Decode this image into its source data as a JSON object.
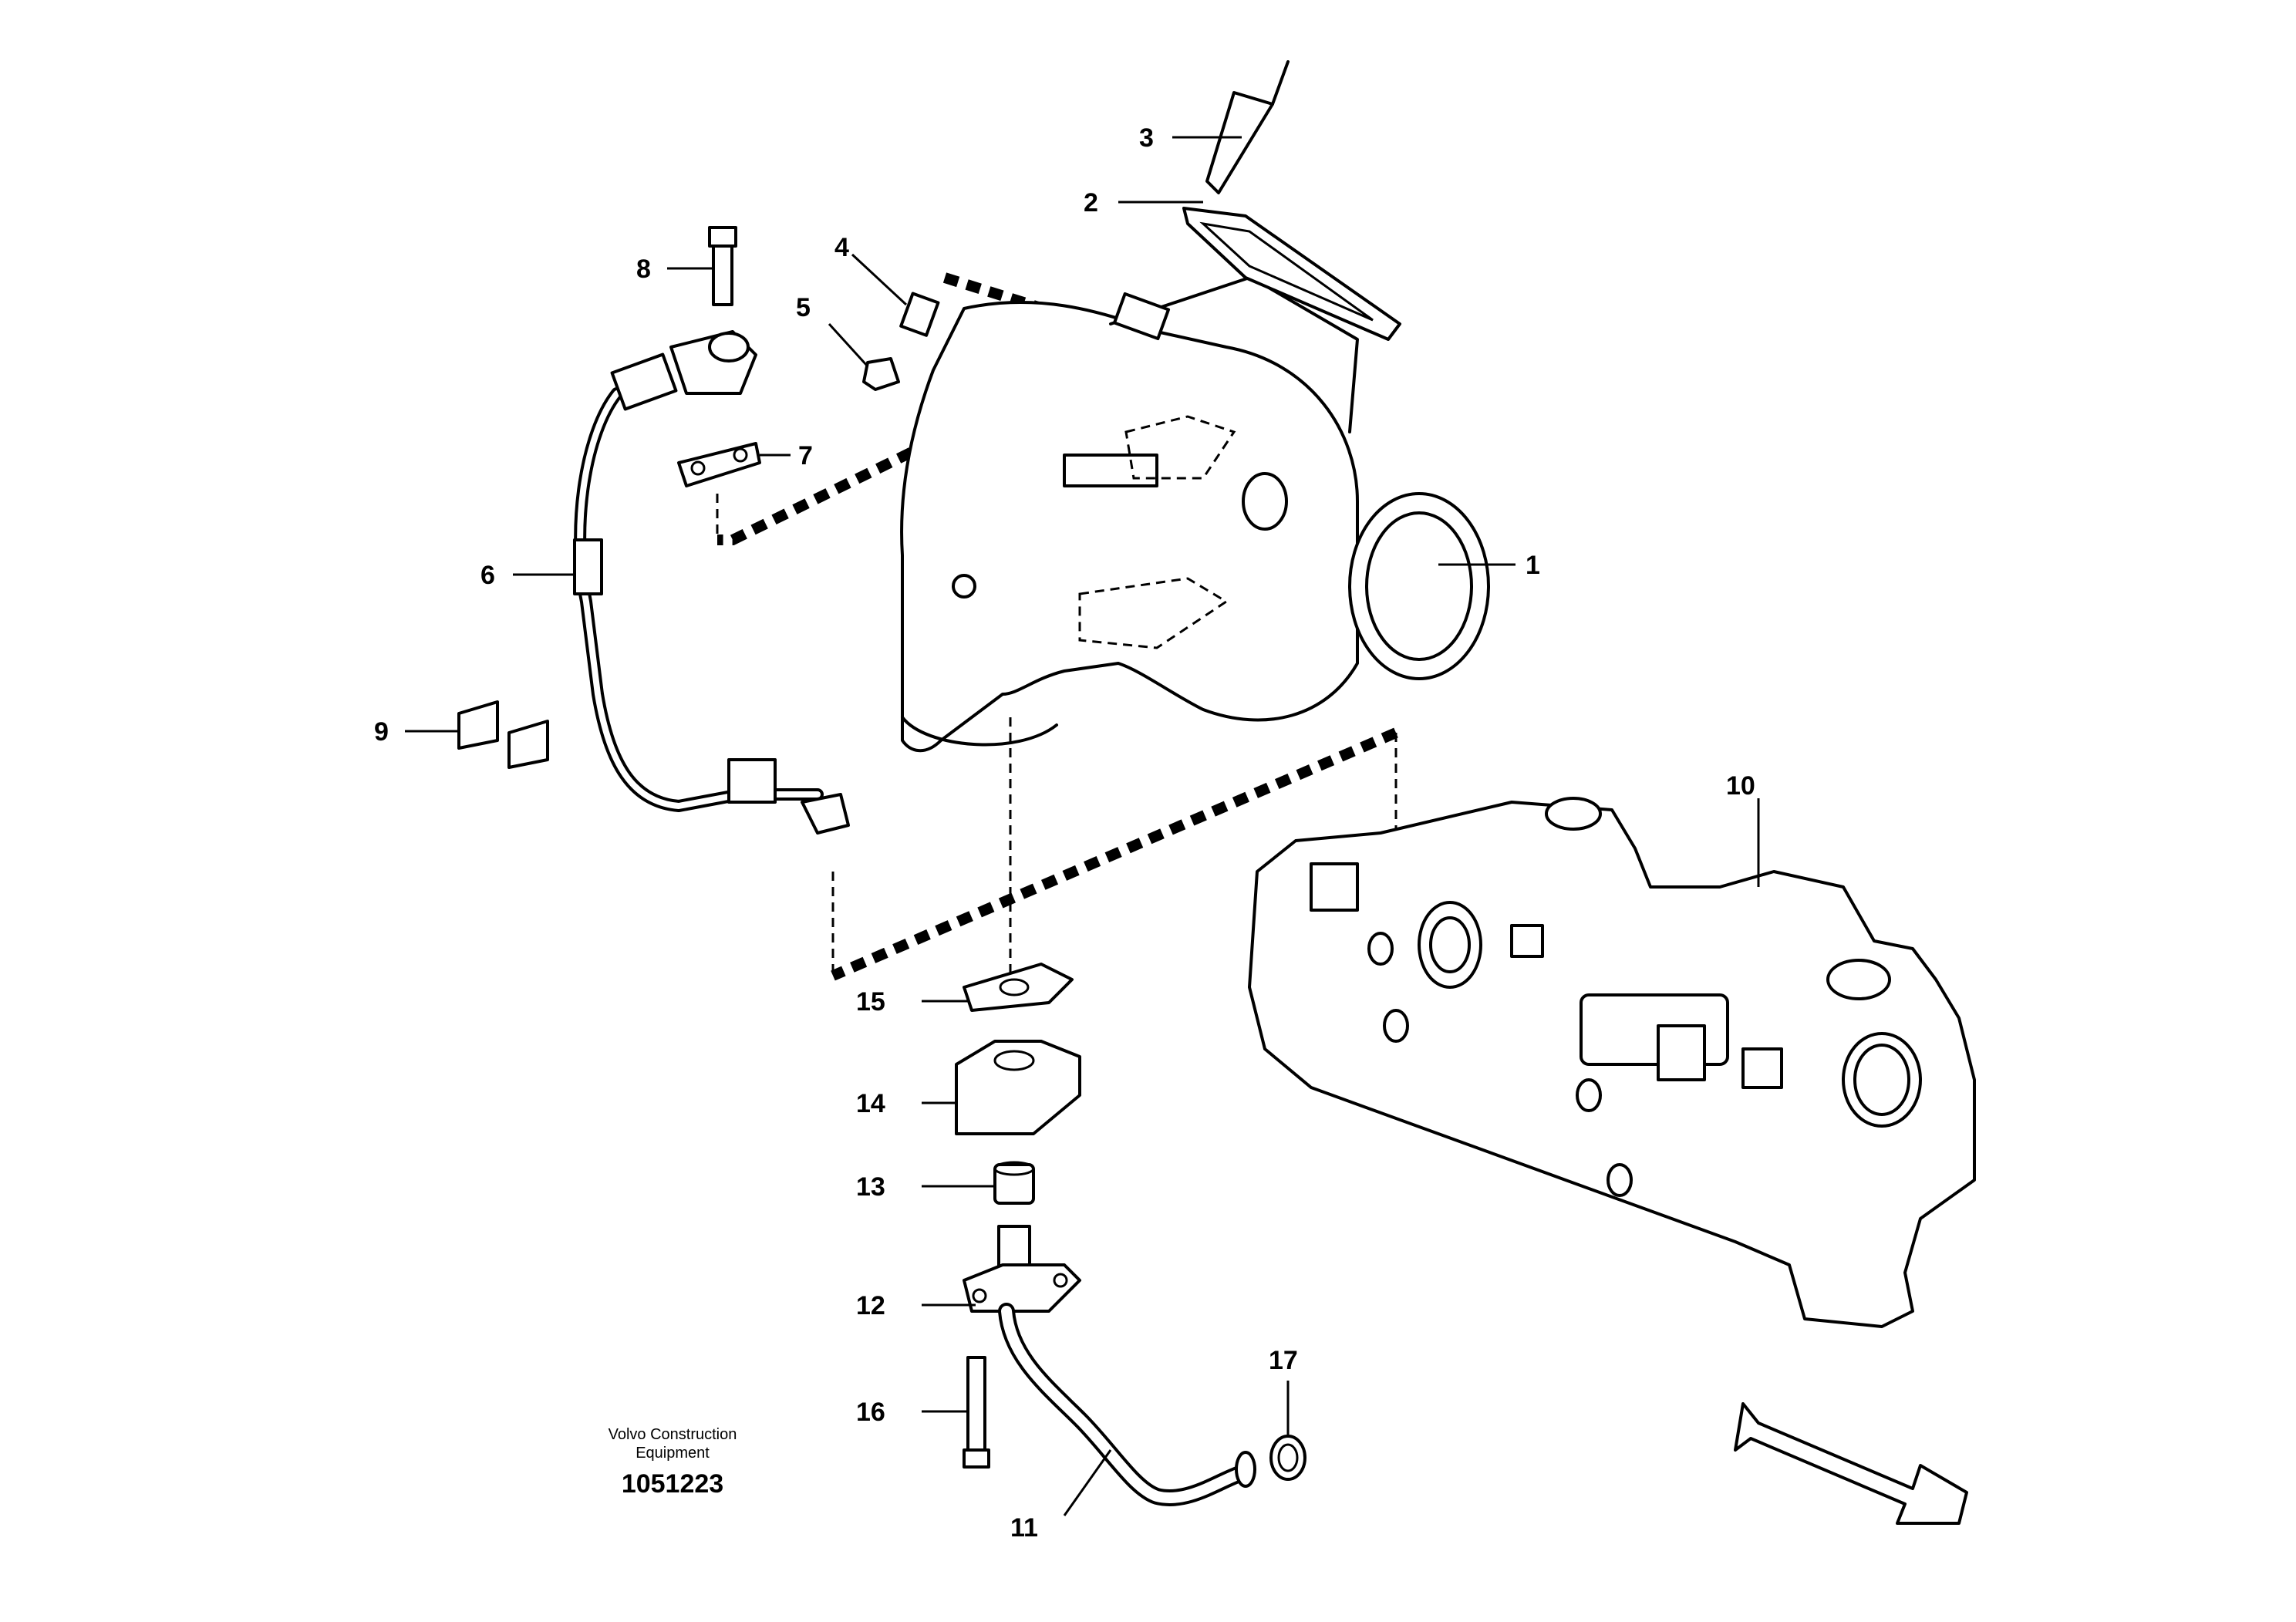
{
  "callouts": {
    "c1": "1",
    "c2": "2",
    "c3": "3",
    "c4": "4",
    "c5": "5",
    "c6": "6",
    "c7": "7",
    "c8": "8",
    "c9": "9",
    "c10": "10",
    "c11": "11",
    "c12": "12",
    "c13": "13",
    "c14": "14",
    "c15": "15",
    "c16": "16",
    "c17": "17"
  },
  "credit": {
    "line1": "Volvo Construction",
    "line2": "Equipment",
    "part_number": "1051223"
  }
}
